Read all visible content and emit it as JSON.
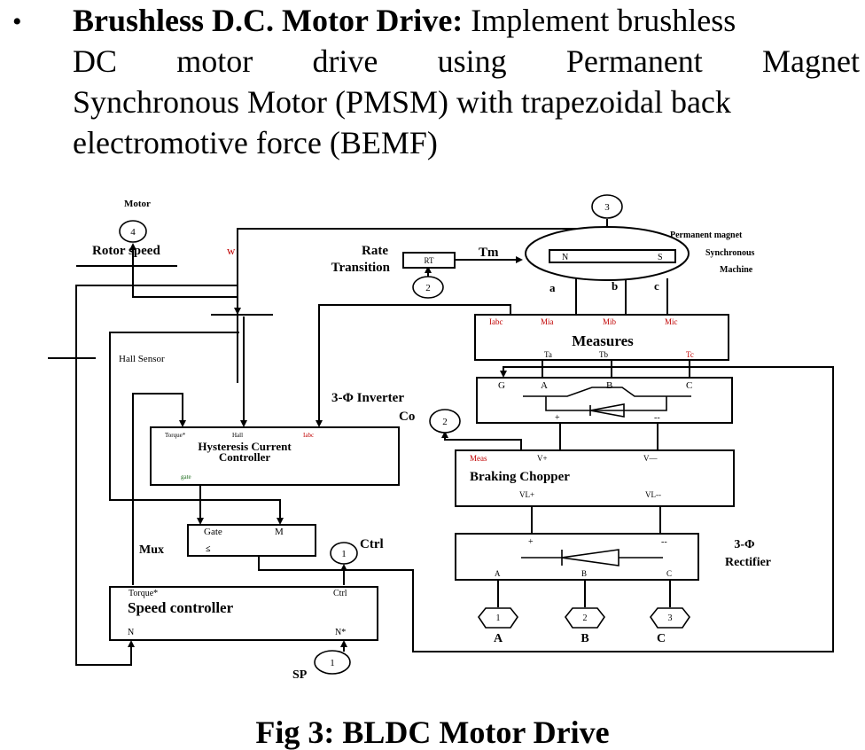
{
  "paragraph": {
    "bullet": "•",
    "heading": "Brushless D.C. Motor Drive:",
    "line1_rest": " Implement brushless",
    "line2": "DC motor drive using Permanent Magnet",
    "line3": "Synchronous Motor (PMSM) with trapezoidal back",
    "line4": "electromotive force (BEMF)"
  },
  "diagram": {
    "motor_label": "Motor",
    "rotor_speed_label": "Rotor speed",
    "rotor_speed_symbol": "w",
    "rotor_speed_port": "4",
    "rate_transition": {
      "line1": "Rate",
      "line2": "Transition",
      "block": "RT",
      "port": "2"
    },
    "tm_label": "Tm",
    "pmsm": {
      "port": "3",
      "n": "N",
      "s": "S",
      "label1": "Permanent magnet",
      "label2": "Synchronous",
      "label3": "Machine",
      "a": "a",
      "b": "b",
      "c": "c"
    },
    "measures": {
      "title": "Measures",
      "inputs": [
        "Iabc",
        "Mia",
        "Mib",
        "Mic"
      ],
      "outputs": [
        "Ta",
        "Tb",
        "Tc"
      ]
    },
    "inverter": {
      "title": "3-Φ Inverter",
      "co": "Co",
      "port": "2",
      "pins": [
        "G",
        "A",
        "B",
        "C"
      ],
      "plus": "+",
      "minus": "--"
    },
    "hall_sensor": "Hall Sensor",
    "hysteresis": {
      "title1": "Hysteresis Current",
      "title2": "Controller",
      "inputs": [
        "Torque*",
        "Hall",
        "Iabc"
      ],
      "output": "gate"
    },
    "braking_chopper": {
      "title": "Braking Chopper",
      "meas": "Meas",
      "vplus": "V+",
      "vminus": "V—",
      "vlplus": "VL+",
      "vlminus": "VL--"
    },
    "mux": {
      "label": "Mux",
      "gate": "Gate",
      "m": "M",
      "out": "≤"
    },
    "ctrl_port": {
      "num": "1",
      "label": "Ctrl"
    },
    "speed_controller": {
      "title": "Speed controller",
      "torque": "Torque*",
      "ctrl": "Ctrl",
      "n": "N",
      "nstar": "N*"
    },
    "sp_port": {
      "num": "1",
      "label": "SP"
    },
    "rectifier": {
      "title1": "3-Φ",
      "title2": "Rectifier",
      "plus": "+",
      "minus": "--",
      "pins": [
        "A",
        "B",
        "C"
      ]
    },
    "sources": [
      {
        "num": "1",
        "label": "A"
      },
      {
        "num": "2",
        "label": "B"
      },
      {
        "num": "3",
        "label": "C"
      }
    ]
  },
  "caption": "Fig 3: BLDC Motor Drive"
}
